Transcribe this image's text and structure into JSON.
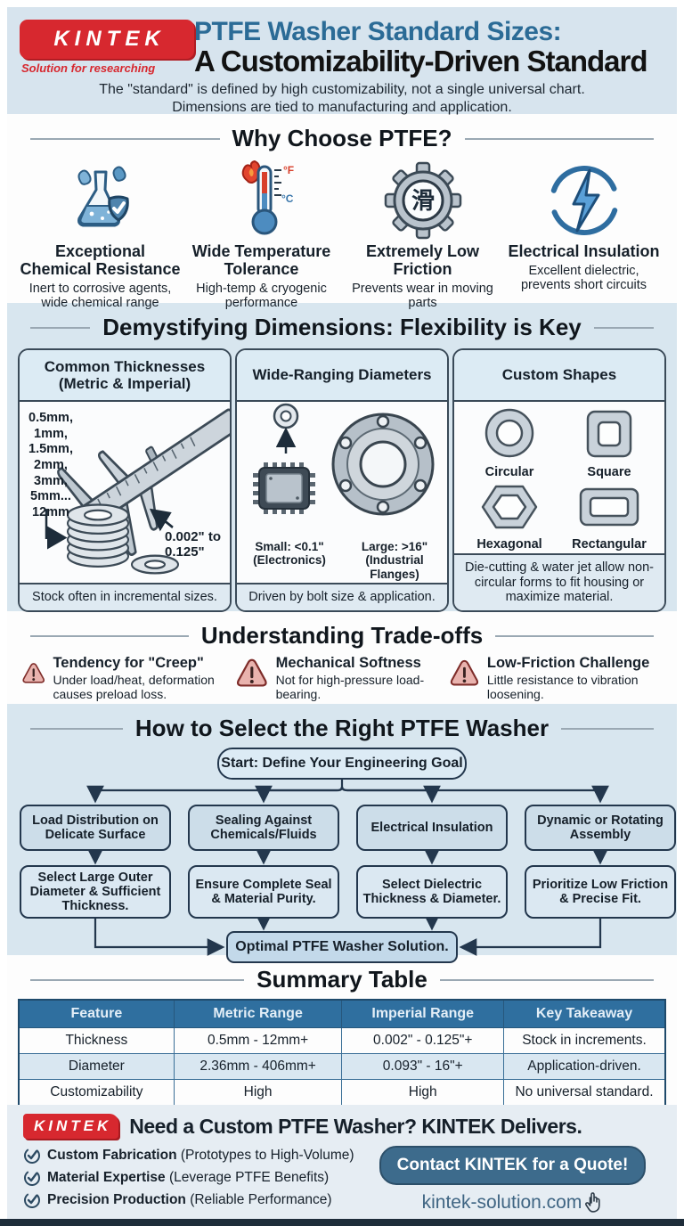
{
  "header": {
    "logo": "KINTEK",
    "tagline": "Solution for researching",
    "title_accent": "PTFE Washer Standard Sizes:",
    "title_main": "A Customizability-Driven Standard",
    "subtitle1": "The \"standard\" is defined by high customizability, not a single universal chart.",
    "subtitle2": "Dimensions are tied to manufacturing and application."
  },
  "why": {
    "title": "Why Choose PTFE?",
    "gear_glyph": "滑",
    "unit_f": "°F",
    "unit_c": "°C",
    "items": [
      {
        "icon": "flask-shield-icon",
        "title": "Exceptional Chemical Resistance",
        "desc": "Inert to corrosive agents, wide chemical range"
      },
      {
        "icon": "thermometer-icon",
        "title": "Wide Temperature Tolerance",
        "desc": "High-temp & cryogenic performance"
      },
      {
        "icon": "gear-icon",
        "title": "Extremely Low Friction",
        "desc": "Prevents wear in moving parts"
      },
      {
        "icon": "lightning-icon",
        "title": "Electrical Insulation",
        "desc": "Excellent dielectric, prevents short circuits"
      }
    ]
  },
  "dims": {
    "title": "Demystifying Dimensions: Flexibility is Key",
    "cards": [
      {
        "title": "Common Thicknesses",
        "subtitle": "(Metric & Imperial)",
        "sizes_list": "0.5mm,\n1mm,\n1.5mm,\n2mm,\n3mm,\n5mm...\n12mm",
        "annotation": "0.002\" to\n0.125\"",
        "footer": "Stock often in incremental sizes."
      },
      {
        "title": "Wide-Ranging Diameters",
        "small_label": "Small: <0.1\"\n(Electronics)",
        "large_label": "Large: >16\"\n(Industrial Flanges)",
        "footer": "Driven by bolt size & application."
      },
      {
        "title": "Custom Shapes",
        "shapes": [
          "Circular",
          "Square",
          "Hexagonal",
          "Rectangular"
        ],
        "footer": "Die-cutting & water jet allow non-circular forms to fit housing or maximize material."
      }
    ]
  },
  "tradeoffs": {
    "title": "Understanding Trade-offs",
    "items": [
      {
        "title": "Tendency for \"Creep\"",
        "desc": "Under load/heat, deformation causes preload loss."
      },
      {
        "title": "Mechanical Softness",
        "desc": "Not for high-pressure load-bearing."
      },
      {
        "title": "Low-Friction Challenge",
        "desc": "Little resistance to vibration loosening."
      }
    ]
  },
  "flow": {
    "title": "How to Select the Right PTFE Washer",
    "start": "Start: Define Your Engineering Goal",
    "goals": [
      "Load Distribution on Delicate Surface",
      "Sealing Against Chemicals/Fluids",
      "Electrical Insulation",
      "Dynamic or Rotating Assembly"
    ],
    "actions": [
      "Select Large Outer Diameter & Sufficient Thickness.",
      "Ensure Complete Seal & Material Purity.",
      "Select Dielectric Thickness & Diameter.",
      "Prioritize Low Friction & Precise Fit."
    ],
    "end": "Optimal PTFE Washer Solution."
  },
  "table": {
    "title": "Summary Table",
    "headers": [
      "Feature",
      "Metric Range",
      "Imperial Range",
      "Key Takeaway"
    ],
    "rows": [
      [
        "Thickness",
        "0.5mm - 12mm+",
        "0.002\" - 0.125\"+",
        "Stock in increments."
      ],
      [
        "Diameter",
        "2.36mm - 406mm+",
        "0.093\" - 16\"+",
        "Application-driven."
      ],
      [
        "Customizability",
        "High",
        "High",
        "No universal standard."
      ]
    ]
  },
  "footer": {
    "logo": "KINTEK",
    "headline": "Need a Custom PTFE Washer? KINTEK Delivers.",
    "items": [
      {
        "bold": "Custom Fabrication",
        "rest": " (Prototypes to High-Volume)"
      },
      {
        "bold": "Material Expertise",
        "rest": " (Leverage PTFE Benefits)"
      },
      {
        "bold": "Precision Production",
        "rest": " (Reliable Performance)"
      }
    ],
    "cta": "Contact KINTEK for a Quote!",
    "website": "kintek-solution.com"
  },
  "colors": {
    "accent_blue": "#2b6b96",
    "logo_red": "#d7282f",
    "section_blue_bg": "#d8e6ef",
    "table_header": "#2f6f9f",
    "dark_bar": "#1e2d3a",
    "warning_fill": "#e9b3ae"
  }
}
